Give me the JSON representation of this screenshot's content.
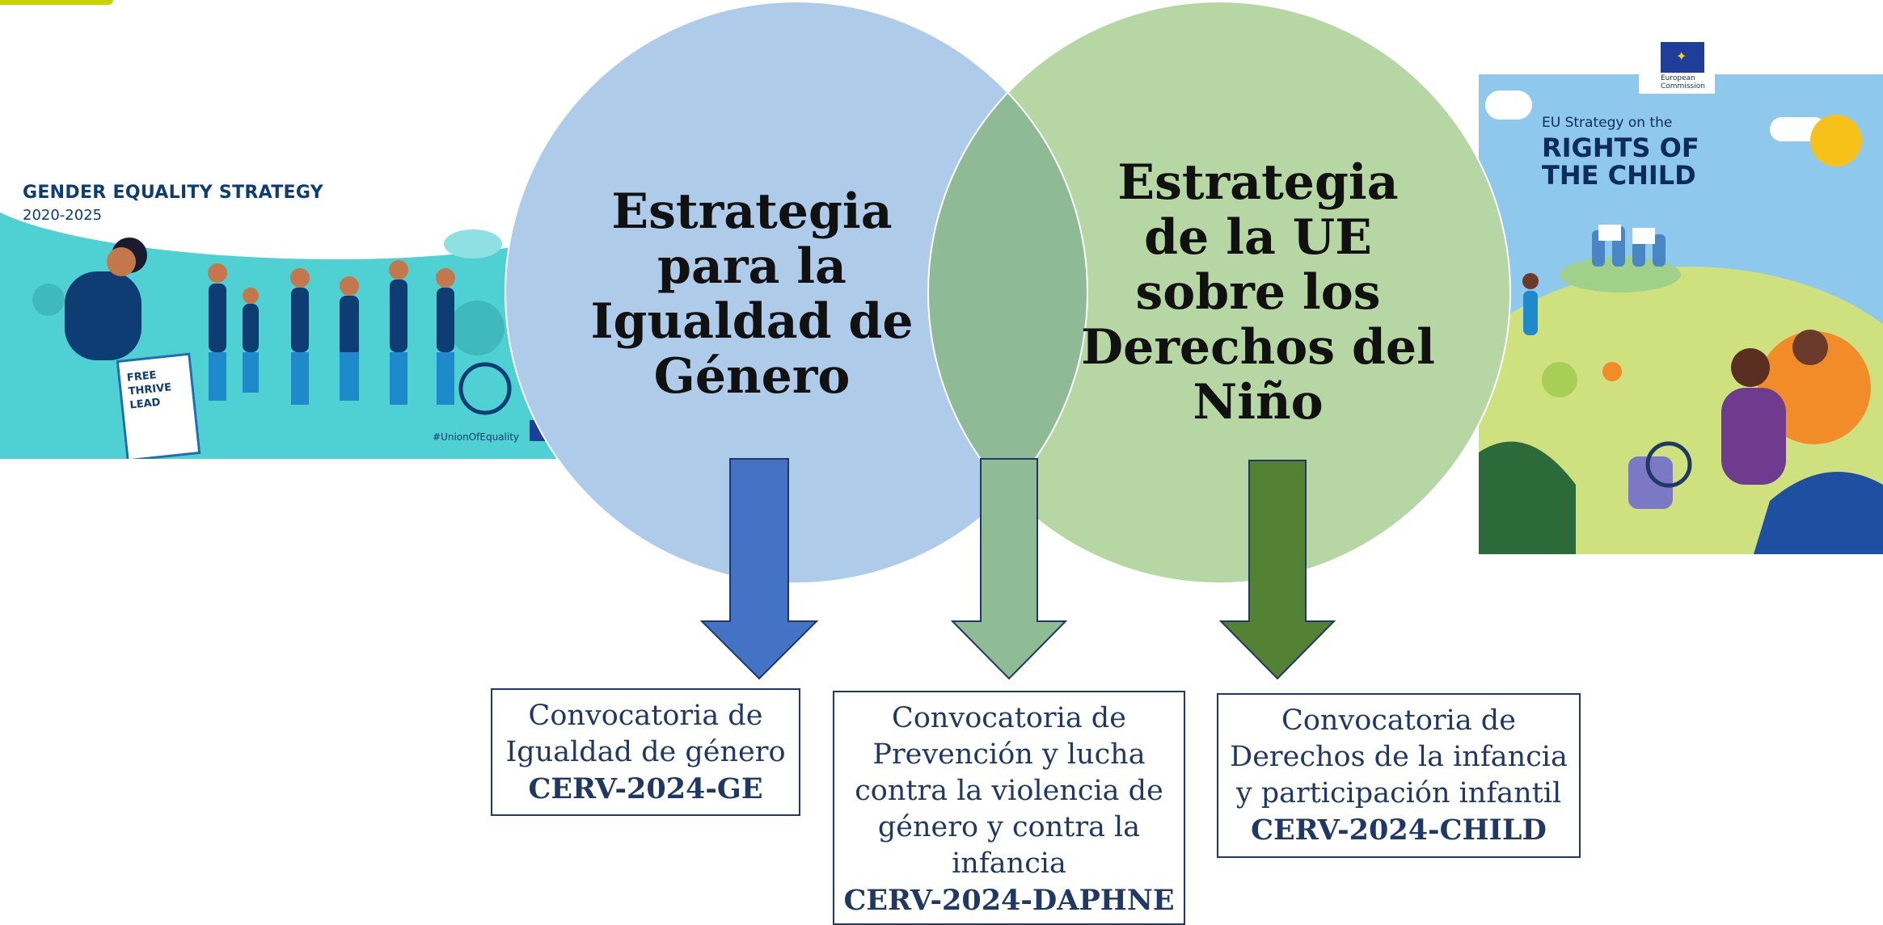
{
  "colors": {
    "circle_left": "#aeccea",
    "circle_right": "#b6d6a3",
    "overlap": "#8ebb95",
    "arrow_ge": "#4472c4",
    "arrow_daphne": "#8fbc95",
    "arrow_child": "#548235",
    "box_border": "#1f3864",
    "corner_accent": "#c8d400"
  },
  "left_image": {
    "title": "GENDER EQUALITY STRATEGY",
    "years": "2020-2025",
    "book_lines": [
      "FREE",
      "THRIVE",
      "LEAD"
    ],
    "hashtag": "#UnionOfEquality",
    "icon": "eu-flag-icon"
  },
  "right_image": {
    "line1": "EU Strategy on the",
    "line2": "RIGHTS OF",
    "line3": "THE CHILD",
    "logo_text": [
      "European",
      "Commission"
    ],
    "icon": "european-commission-logo-icon"
  },
  "circles": {
    "left_title": [
      "Estrategia",
      "para la",
      "Igualdad de",
      "Género"
    ],
    "right_title": [
      "Estrategia",
      "de la UE",
      "sobre los",
      "Derechos del",
      "Niño"
    ]
  },
  "calls": [
    {
      "lines": [
        "Convocatoria de",
        "Igualdad de género"
      ],
      "code": "CERV-2024-GE"
    },
    {
      "lines": [
        "Convocatoria de",
        "Prevención y lucha",
        "contra la violencia de",
        "género y contra la",
        "infancia"
      ],
      "code": "CERV-2024-DAPHNE"
    },
    {
      "lines": [
        "Convocatoria de",
        "Derechos de la infancia",
        "y participación infantil"
      ],
      "code": "CERV-2024-CHILD"
    }
  ]
}
